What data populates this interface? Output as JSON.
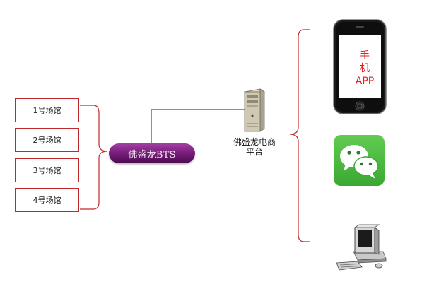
{
  "venues": [
    "1号场馆",
    "2号场馆",
    "3号场馆",
    "4号场馆"
  ],
  "bts_label": "佛盛龙BTS",
  "platform": {
    "line1": "佛盛龙电商",
    "line2": "平台"
  },
  "phone_app": {
    "line1": "手",
    "line2": "机",
    "line3": "APP"
  },
  "colors": {
    "box_border": "#c0282d",
    "bracket": "#c0282d",
    "bts": "#7a1f7c",
    "app_text": "#e11d1d",
    "wechat": "#4cbd3f"
  },
  "icons": [
    "server-icon",
    "smartphone-icon",
    "wechat-icon",
    "desktop-computer-icon"
  ]
}
